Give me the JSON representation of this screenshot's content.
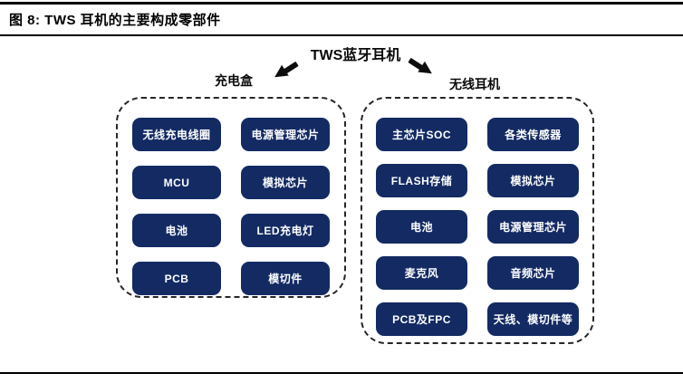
{
  "header": {
    "title": "图 8: TWS 耳机的主要构成零部件"
  },
  "diagram": {
    "root_label": "TWS蓝牙耳机",
    "groups": [
      {
        "label": "充电盒",
        "items": [
          "无线充电线圈",
          "电源管理芯片",
          "MCU",
          "模拟芯片",
          "电池",
          "LED充电灯",
          "PCB",
          "模切件"
        ]
      },
      {
        "label": "无线耳机",
        "items": [
          "主芯片SOC",
          "各类传感器",
          "FLASH存储",
          "模拟芯片",
          "电池",
          "电源管理芯片",
          "麦克风",
          "音频芯片",
          "PCB及FPC",
          "天线、模切件等"
        ]
      }
    ],
    "colors": {
      "pill_bg": "#132a63",
      "pill_text": "#ffffff",
      "line": "#000000"
    }
  }
}
